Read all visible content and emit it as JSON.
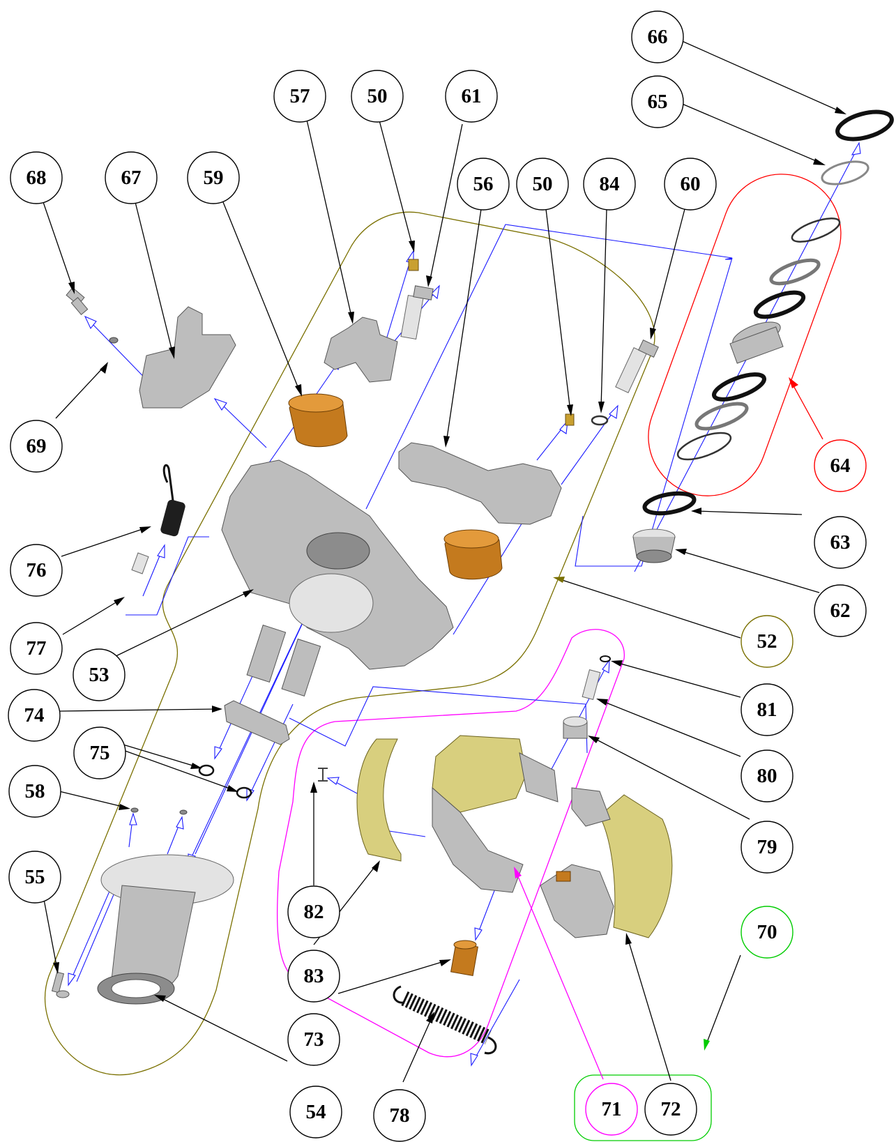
{
  "callouts": [
    {
      "id": "c66",
      "label": "66"
    },
    {
      "id": "c65",
      "label": "65"
    },
    {
      "id": "c57",
      "label": "57"
    },
    {
      "id": "c50a",
      "label": "50"
    },
    {
      "id": "c61",
      "label": "61"
    },
    {
      "id": "c68",
      "label": "68"
    },
    {
      "id": "c67",
      "label": "67"
    },
    {
      "id": "c59",
      "label": "59"
    },
    {
      "id": "c56",
      "label": "56"
    },
    {
      "id": "c50b",
      "label": "50"
    },
    {
      "id": "c84",
      "label": "84"
    },
    {
      "id": "c60",
      "label": "60"
    },
    {
      "id": "c69",
      "label": "69"
    },
    {
      "id": "c64",
      "label": "64"
    },
    {
      "id": "c63",
      "label": "63"
    },
    {
      "id": "c76",
      "label": "76"
    },
    {
      "id": "c62",
      "label": "62"
    },
    {
      "id": "c77",
      "label": "77"
    },
    {
      "id": "c52",
      "label": "52"
    },
    {
      "id": "c53",
      "label": "53"
    },
    {
      "id": "c81",
      "label": "81"
    },
    {
      "id": "c74",
      "label": "74"
    },
    {
      "id": "c75",
      "label": "75"
    },
    {
      "id": "c80",
      "label": "80"
    },
    {
      "id": "c58",
      "label": "58"
    },
    {
      "id": "c79",
      "label": "79"
    },
    {
      "id": "c55",
      "label": "55"
    },
    {
      "id": "c82",
      "label": "82"
    },
    {
      "id": "c70",
      "label": "70"
    },
    {
      "id": "c83",
      "label": "83"
    },
    {
      "id": "c73",
      "label": "73"
    },
    {
      "id": "c54",
      "label": "54"
    },
    {
      "id": "c78",
      "label": "78"
    },
    {
      "id": "c71",
      "label": "71"
    },
    {
      "id": "c72",
      "label": "72"
    }
  ],
  "colors": {
    "assembly_52": "#7a7000",
    "assembly_64": "#ff0000",
    "assembly_70": "#00cc00",
    "assembly_71": "#ff00ff",
    "flow_arrows": "#1a1aff"
  }
}
